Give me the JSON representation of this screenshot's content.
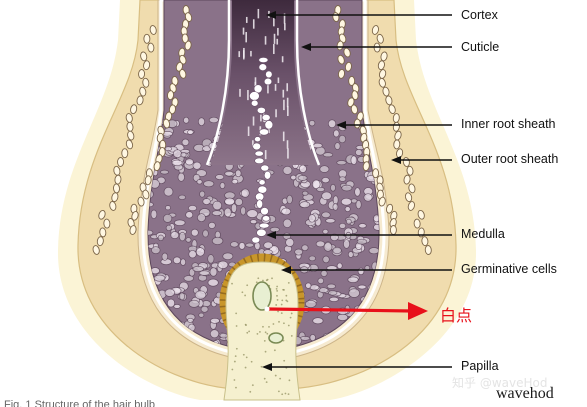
{
  "labels": {
    "cortex": "Cortex",
    "cuticle": "Cuticle",
    "inner_root_sheath": "Inner root sheath",
    "outer_root_sheath": "Outer root sheath",
    "medulla": "Medulla",
    "germinative_cells": "Germinative cells",
    "papilla": "Papilla"
  },
  "annotation": {
    "text": "白点",
    "color": "#e8101a"
  },
  "watermark": "知乎 @waveHod",
  "signature": "wavehod",
  "caption": "Fig. 1  Structure of the hair bulb",
  "colors": {
    "outer_sheath": "#f0dcae",
    "bulb": "#8a7289",
    "shaft": "#4a3548",
    "papilla": "#f5f0cf",
    "germinative_ring": "#c8962a",
    "arrow": "#e8101a"
  }
}
